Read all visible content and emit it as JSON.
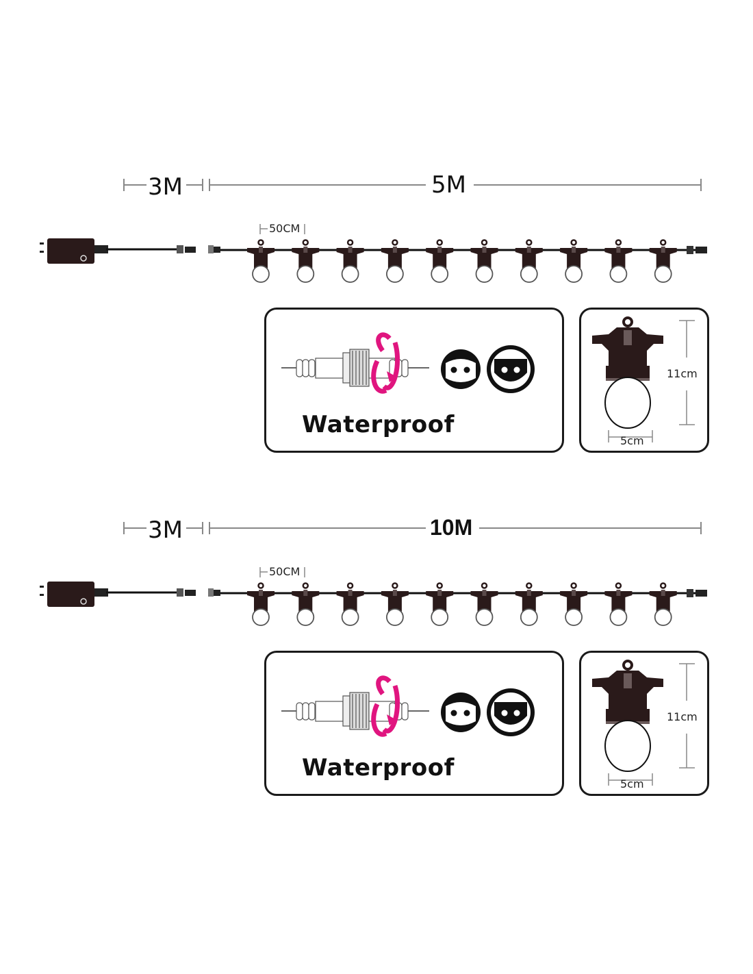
{
  "diagrams": [
    {
      "id": "5m-variant",
      "lead_cable_length": "3M",
      "string_length": "5M",
      "bulb_spacing": "50CM",
      "bulb_count": 10,
      "waterproof_panel": {
        "label": "Waterproof",
        "icons": [
          "screw-connector-icon",
          "rotate-arrow-icon",
          "male-socket-icon",
          "female-socket-icon"
        ]
      },
      "bulb_panel": {
        "height_label": "11cm",
        "width_label": "5cm"
      }
    },
    {
      "id": "10m-variant",
      "lead_cable_length": "3M",
      "string_length": "10M",
      "bulb_spacing": "50CM",
      "bulb_count": 10,
      "waterproof_panel": {
        "label": "Waterproof",
        "icons": [
          "screw-connector-icon",
          "rotate-arrow-icon",
          "male-socket-icon",
          "female-socket-icon"
        ]
      },
      "bulb_panel": {
        "height_label": "11cm",
        "width_label": "5cm"
      }
    }
  ],
  "colors": {
    "line": "#111111",
    "bulb_body": "#2a1a1a",
    "rotate_arrow": "#e0157f",
    "dimension_line": "#888888"
  }
}
